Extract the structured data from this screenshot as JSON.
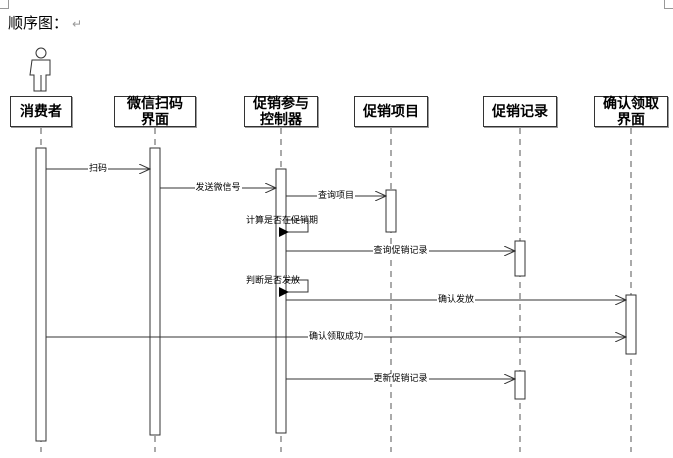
{
  "page_title": "顺序图：",
  "paragraph_mark": "↵",
  "diagram": {
    "type": "sequence",
    "actor_icon": "person-icon",
    "participants": [
      {
        "id": "consumer",
        "label": "消费者",
        "is_actor": true
      },
      {
        "id": "wechat_ui",
        "label": "微信扫码界面"
      },
      {
        "id": "controller",
        "label": "促销参与控制器"
      },
      {
        "id": "promo_item",
        "label": "促销项目"
      },
      {
        "id": "promo_record",
        "label": "促销记录"
      },
      {
        "id": "confirm_ui",
        "label": "确认领取界面"
      }
    ],
    "messages": [
      {
        "from": "consumer",
        "to": "wechat_ui",
        "label": "扫码"
      },
      {
        "from": "wechat_ui",
        "to": "controller",
        "label": "发送微信号"
      },
      {
        "from": "controller",
        "to": "promo_item",
        "label": "查询项目"
      },
      {
        "from": "controller",
        "to": "controller",
        "label": "计算是否在促销期"
      },
      {
        "from": "controller",
        "to": "promo_record",
        "label": "查询促销记录"
      },
      {
        "from": "controller",
        "to": "controller",
        "label": "判断是否发放"
      },
      {
        "from": "controller",
        "to": "confirm_ui",
        "label": "确认发放"
      },
      {
        "from": "consumer",
        "to": "confirm_ui",
        "label": "确认领取成功"
      },
      {
        "from": "controller",
        "to": "promo_record",
        "label": "更新促销记录"
      }
    ]
  }
}
